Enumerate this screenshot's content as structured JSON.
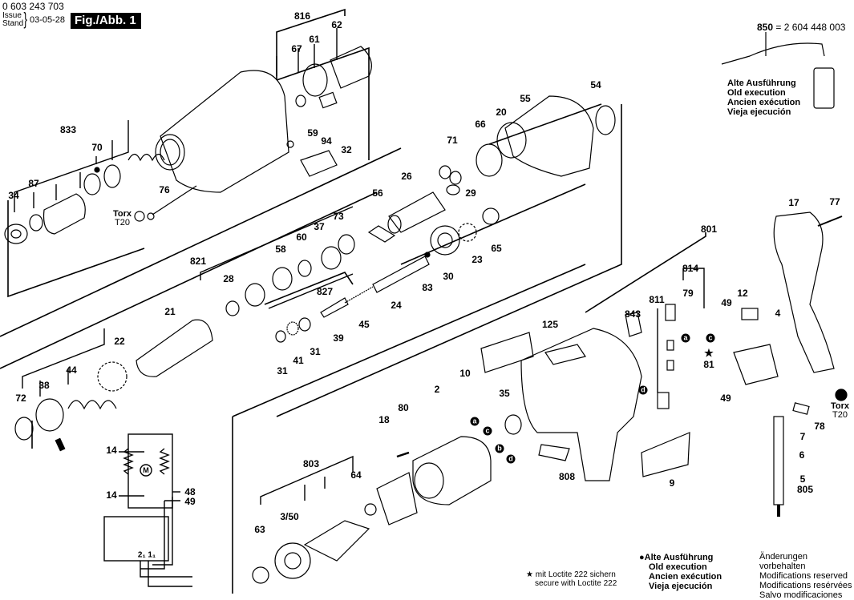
{
  "header": {
    "part_number": "0 603 243 703",
    "issue_label": "Issue",
    "stand_label": "Stand",
    "issue_date": "03-05-28",
    "figure_label": "Fig./Abb. 1"
  },
  "accessory": {
    "part": "850",
    "equals_number": "= 2 604 448 003",
    "old_execution_lines": [
      "Alte Ausführung",
      "Old execution",
      "Ancien exécution",
      "Vieja ejecución"
    ]
  },
  "legend": {
    "bullet": "●",
    "old_execution_lines": [
      "Alte Ausführung",
      "Old execution",
      "Ancien exécution",
      "Vieja ejecución"
    ],
    "modifications_lines": [
      "Änderungen vorbehalten",
      "Modifications reserved",
      "Modifications resérvées",
      "Salvo modificaciones"
    ],
    "loctite_star": "★",
    "loctite_lines": [
      "mit Loctite 222 sichern",
      "secure with Loctite 222"
    ]
  },
  "torx": [
    {
      "label": "Torx",
      "size": "T20"
    },
    {
      "label": "Torx",
      "size": "T20"
    }
  ],
  "connection_markers": [
    "a",
    "c",
    "b",
    "d",
    "a",
    "c",
    "d"
  ],
  "part_labels": [
    "816",
    "61",
    "62",
    "67",
    "833",
    "70",
    "34",
    "87",
    "76",
    "59",
    "94",
    "32",
    "54",
    "55",
    "20",
    "66",
    "71",
    "26",
    "29",
    "56",
    "73",
    "37",
    "60",
    "58",
    "821",
    "28",
    "827",
    "23",
    "65",
    "30",
    "83",
    "24",
    "45",
    "39",
    "31",
    "41",
    "31",
    "21",
    "22",
    "72",
    "38",
    "44",
    "17",
    "77",
    "801",
    "814",
    "79",
    "811",
    "843",
    "12",
    "49",
    "4",
    "81",
    "125",
    "10",
    "35",
    "2",
    "18",
    "80",
    "803",
    "64",
    "63",
    "3/50",
    "808",
    "9",
    "49",
    "7",
    "78",
    "6",
    "5",
    "805",
    "14",
    "14",
    "48",
    "49"
  ],
  "wiring": {
    "motor_symbol": "M",
    "switch_terminals": "2₁ 1₁"
  }
}
